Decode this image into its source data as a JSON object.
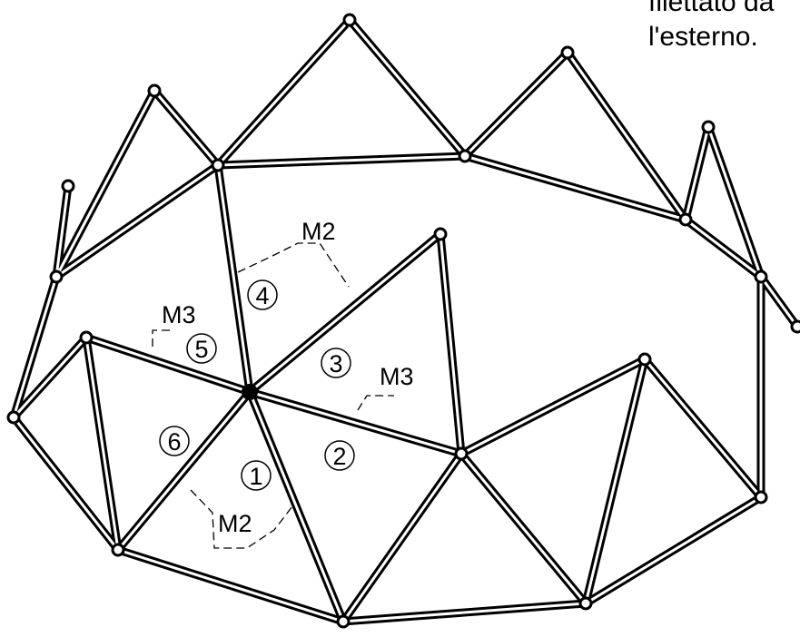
{
  "caption": {
    "line1": "filettato da",
    "line2": "l'esterno."
  },
  "colors": {
    "strut": "#000000",
    "strut_fill": "#ffffff",
    "background": "#ffffff"
  },
  "labels": {
    "strut_1": "1",
    "strut_2": "2",
    "strut_3": "3",
    "strut_4": "4",
    "strut_5": "5",
    "strut_6": "6",
    "m2_upper": "M2",
    "m2_lower": "M2",
    "m3_left": "M3",
    "m3_right": "M3"
  }
}
